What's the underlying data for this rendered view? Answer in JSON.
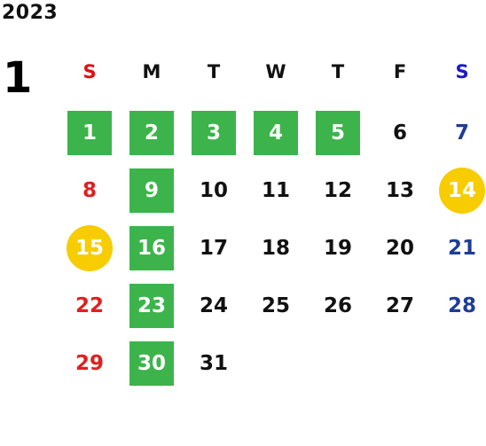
{
  "calendar": {
    "year": "2023",
    "month": "1",
    "colors": {
      "sunday": "#e02020",
      "saturday": "#1f3c96",
      "weekday": "#111111",
      "sunday_header": "#e01010",
      "saturday_header": "#1a1acc",
      "green_highlight": "#3cb44b",
      "holiday_circle": "#f7cc00"
    },
    "weekdays": [
      "S",
      "M",
      "T",
      "W",
      "T",
      "F",
      "S"
    ],
    "days": [
      {
        "label": "1",
        "col": 0,
        "row": 0,
        "highlight": "green"
      },
      {
        "label": "2",
        "col": 1,
        "row": 0,
        "highlight": "green"
      },
      {
        "label": "3",
        "col": 2,
        "row": 0,
        "highlight": "green"
      },
      {
        "label": "4",
        "col": 3,
        "row": 0,
        "highlight": "green"
      },
      {
        "label": "5",
        "col": 4,
        "row": 0,
        "highlight": "green"
      },
      {
        "label": "6",
        "col": 5,
        "row": 0,
        "highlight": "none"
      },
      {
        "label": "7",
        "col": 6,
        "row": 0,
        "highlight": "none"
      },
      {
        "label": "8",
        "col": 0,
        "row": 1,
        "highlight": "none"
      },
      {
        "label": "9",
        "col": 1,
        "row": 1,
        "highlight": "green"
      },
      {
        "label": "10",
        "col": 2,
        "row": 1,
        "highlight": "none"
      },
      {
        "label": "11",
        "col": 3,
        "row": 1,
        "highlight": "none"
      },
      {
        "label": "12",
        "col": 4,
        "row": 1,
        "highlight": "none"
      },
      {
        "label": "13",
        "col": 5,
        "row": 1,
        "highlight": "none"
      },
      {
        "label": "14",
        "col": 6,
        "row": 1,
        "highlight": "yellow"
      },
      {
        "label": "15",
        "col": 0,
        "row": 2,
        "highlight": "yellow"
      },
      {
        "label": "16",
        "col": 1,
        "row": 2,
        "highlight": "green"
      },
      {
        "label": "17",
        "col": 2,
        "row": 2,
        "highlight": "none"
      },
      {
        "label": "18",
        "col": 3,
        "row": 2,
        "highlight": "none"
      },
      {
        "label": "19",
        "col": 4,
        "row": 2,
        "highlight": "none"
      },
      {
        "label": "20",
        "col": 5,
        "row": 2,
        "highlight": "none"
      },
      {
        "label": "21",
        "col": 6,
        "row": 2,
        "highlight": "none"
      },
      {
        "label": "22",
        "col": 0,
        "row": 3,
        "highlight": "none"
      },
      {
        "label": "23",
        "col": 1,
        "row": 3,
        "highlight": "green"
      },
      {
        "label": "24",
        "col": 2,
        "row": 3,
        "highlight": "none"
      },
      {
        "label": "25",
        "col": 3,
        "row": 3,
        "highlight": "none"
      },
      {
        "label": "26",
        "col": 4,
        "row": 3,
        "highlight": "none"
      },
      {
        "label": "27",
        "col": 5,
        "row": 3,
        "highlight": "none"
      },
      {
        "label": "28",
        "col": 6,
        "row": 3,
        "highlight": "none"
      },
      {
        "label": "29",
        "col": 0,
        "row": 4,
        "highlight": "none"
      },
      {
        "label": "30",
        "col": 1,
        "row": 4,
        "highlight": "green"
      },
      {
        "label": "31",
        "col": 2,
        "row": 4,
        "highlight": "none"
      }
    ]
  }
}
